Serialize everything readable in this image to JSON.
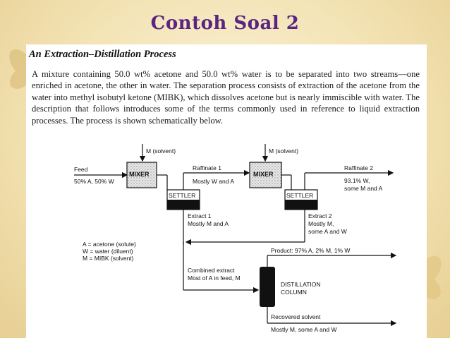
{
  "slide": {
    "title": "Contoh Soal 2"
  },
  "section": {
    "heading": "An Extraction–Distillation Process"
  },
  "paragraph": "A mixture containing 50.0 wt% acetone and 50.0 wt% water is to be separated into two streams—one enriched in acetone, the other in water. The separation process consists of extraction of the acetone from the water into methyl isobutyl ketone (MIBK), which dissolves acetone but is nearly immiscible with water. The description that follows introduces some of the terms commonly used in reference to liquid extraction processes. The process is shown schematically below.",
  "diagram": {
    "solvent1": "M (solvent)",
    "solvent2": "M (solvent)",
    "feed": "Feed",
    "feed_comp": "50% A, 50% W",
    "mixer1": "MIXER",
    "mixer2": "MIXER",
    "settler1": "SETTLER",
    "settler2": "SETTLER",
    "raffinate1": "Raffinate 1",
    "raffinate1_comp": "Mostly W and A",
    "raffinate2": "Raffinate 2",
    "raffinate2_line1": "93.1% W,",
    "raffinate2_line2": "some M and A",
    "extract1": "Extract 1",
    "extract1_comp": "Mostly M and A",
    "extract2": "Extract 2",
    "extract2_line1": "Mostly M,",
    "extract2_line2": "some A and W",
    "legend": [
      "A = acetone (solute)",
      "W = water (diluent)",
      "M = MIBK (solvent)"
    ],
    "product": "Product: 97% A, 2% M, 1% W",
    "combined": "Combined extract",
    "combined_comp": "Most of A in feed, M",
    "column_line1": "DISTILLATION",
    "column_line2": "COLUMN",
    "recovered": "Recovered solvent",
    "recovered_comp": "Mostly M, some A and W"
  }
}
